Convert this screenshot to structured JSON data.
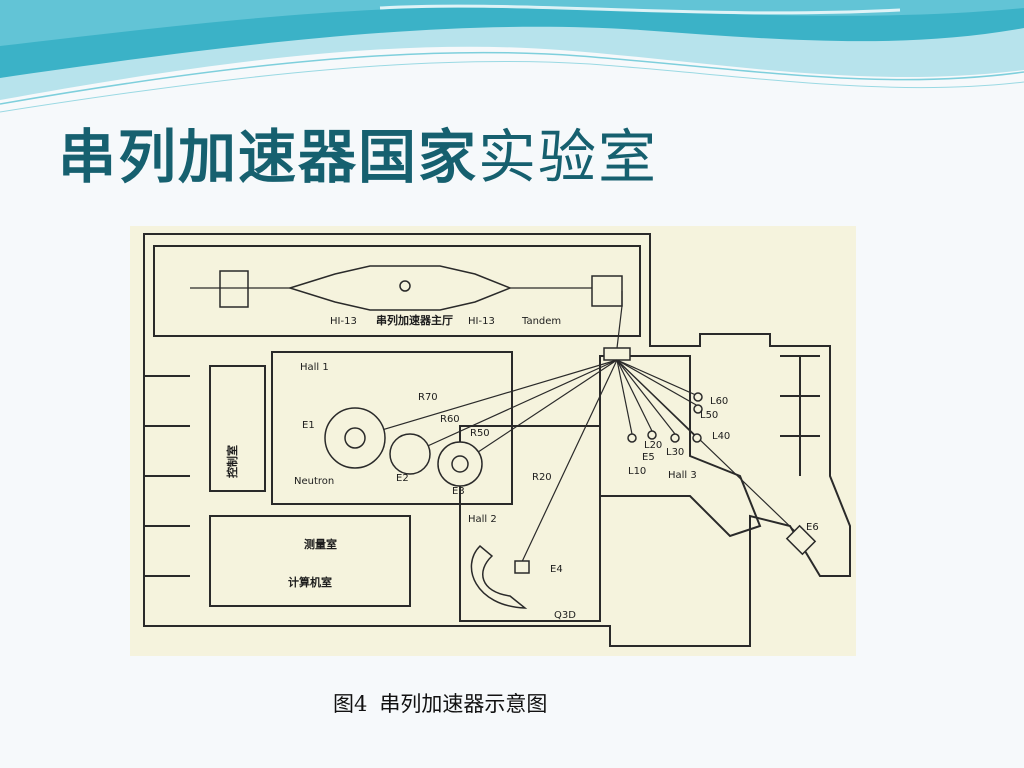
{
  "slide": {
    "title_bold": "串列加速器国家",
    "title_light": "实验室",
    "caption_prefix": "图4",
    "caption_text": "串列加速器示意图",
    "colors": {
      "title": "#16606f",
      "wave_dark": "#3bb2c7",
      "wave_light": "#b7e3ec",
      "plan_bg": "#f5f3dd",
      "line": "#2a2a2a"
    }
  },
  "diagram": {
    "labels": {
      "hi13_left": "HI-13",
      "main_hall": "串列加速器主厅",
      "hi13_right": "HI-13",
      "tandem": "Tandem",
      "hall1": "Hall  1",
      "r70": "R70",
      "r60": "R60",
      "r50": "R50",
      "e1": "E1",
      "e2": "E2",
      "e3": "E3",
      "neutron": "Neutron",
      "control_room": "控制室",
      "r20": "R20",
      "hall2": "Hall  2",
      "e4": "E4",
      "q3d": "Q3D",
      "l60": "L60",
      "l50": "L50",
      "l40": "L40",
      "l30": "L30",
      "l20": "L20",
      "e5": "E5",
      "l10": "L10",
      "hall3": "Hall  3",
      "e6": "E6",
      "measure_room": "测量室",
      "computer_room": "计算机室"
    }
  }
}
